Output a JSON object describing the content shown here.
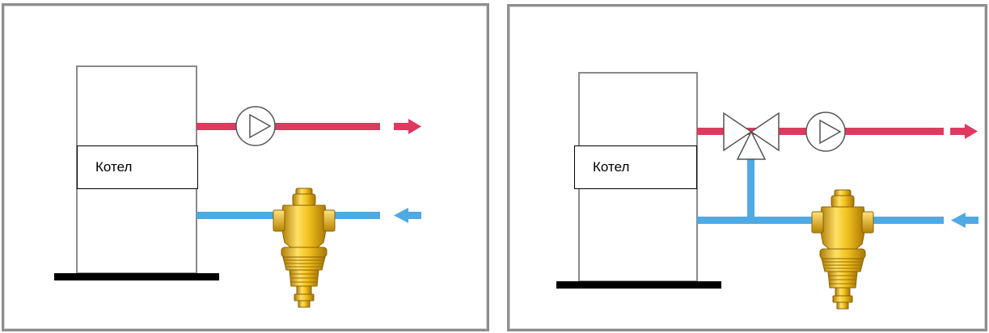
{
  "panels": [
    {
      "id": "direct",
      "boiler_label": "Котел"
    },
    {
      "id": "mixing",
      "boiler_label": "Котел"
    }
  ],
  "colors": {
    "supply_pipe": "#e0395f",
    "return_pipe": "#4fa9e3",
    "boiler_outline": "#8a8a8a",
    "base_plate": "#000000",
    "filter_brass": "#e8b418",
    "panel_border": "#8e8e8e"
  },
  "icons": {
    "pump": "circulation-pump-icon",
    "valve": "three-way-valve-icon",
    "filter": "dirt-separator-filter-icon",
    "supply_arrow": "arrow-right-icon",
    "return_arrow": "arrow-left-icon"
  }
}
